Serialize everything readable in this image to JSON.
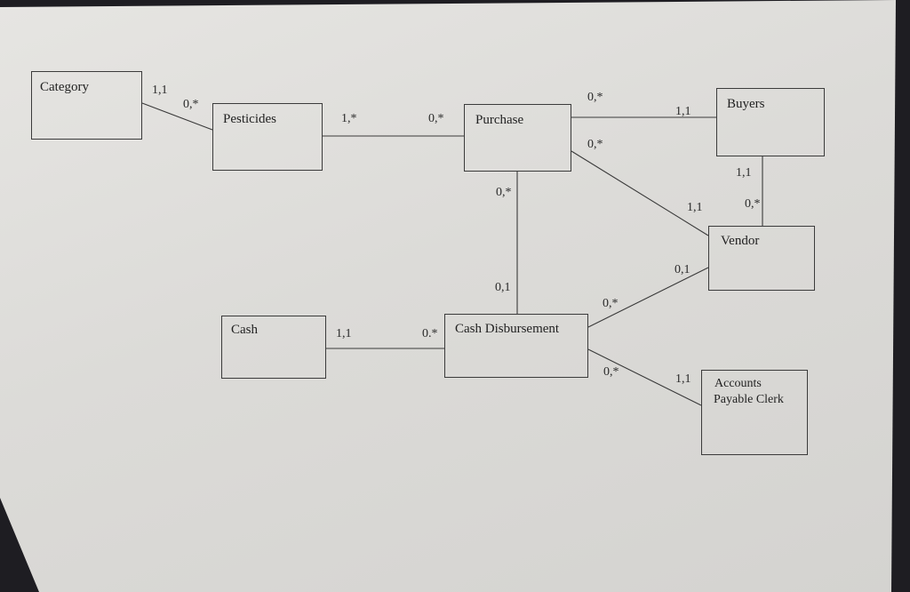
{
  "entities": {
    "category": "Category",
    "pesticides": "Pesticides",
    "purchase": "Purchase",
    "buyers": "Buyers",
    "vendor": "Vendor",
    "cash": "Cash",
    "cash_disbursement": "Cash Disbursement",
    "ap_clerk_line1": "Accounts",
    "ap_clerk_line2": "Payable Clerk"
  },
  "cardinalities": {
    "category_pesticides_category_side": "1,1",
    "category_pesticides_pesticides_side": "0,*",
    "pesticides_purchase_pesticides_side": "1,*",
    "pesticides_purchase_purchase_side": "0,*",
    "purchase_buyers_purchase_side": "0,*",
    "purchase_buyers_buyers_side": "1,1",
    "purchase_vendor_purchase_side": "0,*",
    "purchase_vendor_vendor_side": "1,1",
    "buyers_vendor_buyers_side": "1,1",
    "buyers_vendor_vendor_side": "0,*",
    "purchase_cashdisb_purchase_side": "0,*",
    "purchase_cashdisb_cashdisb_side": "0,1",
    "vendor_cashdisb_vendor_side": "0,1",
    "vendor_cashdisb_cashdisb_side": "0,*",
    "cash_cashdisb_cash_side": "1,1",
    "cash_cashdisb_cashdisb_side": "0.*",
    "cashdisb_apclerk_cashdisb_side": "0,*",
    "cashdisb_apclerk_apclerk_side": "1,1"
  }
}
